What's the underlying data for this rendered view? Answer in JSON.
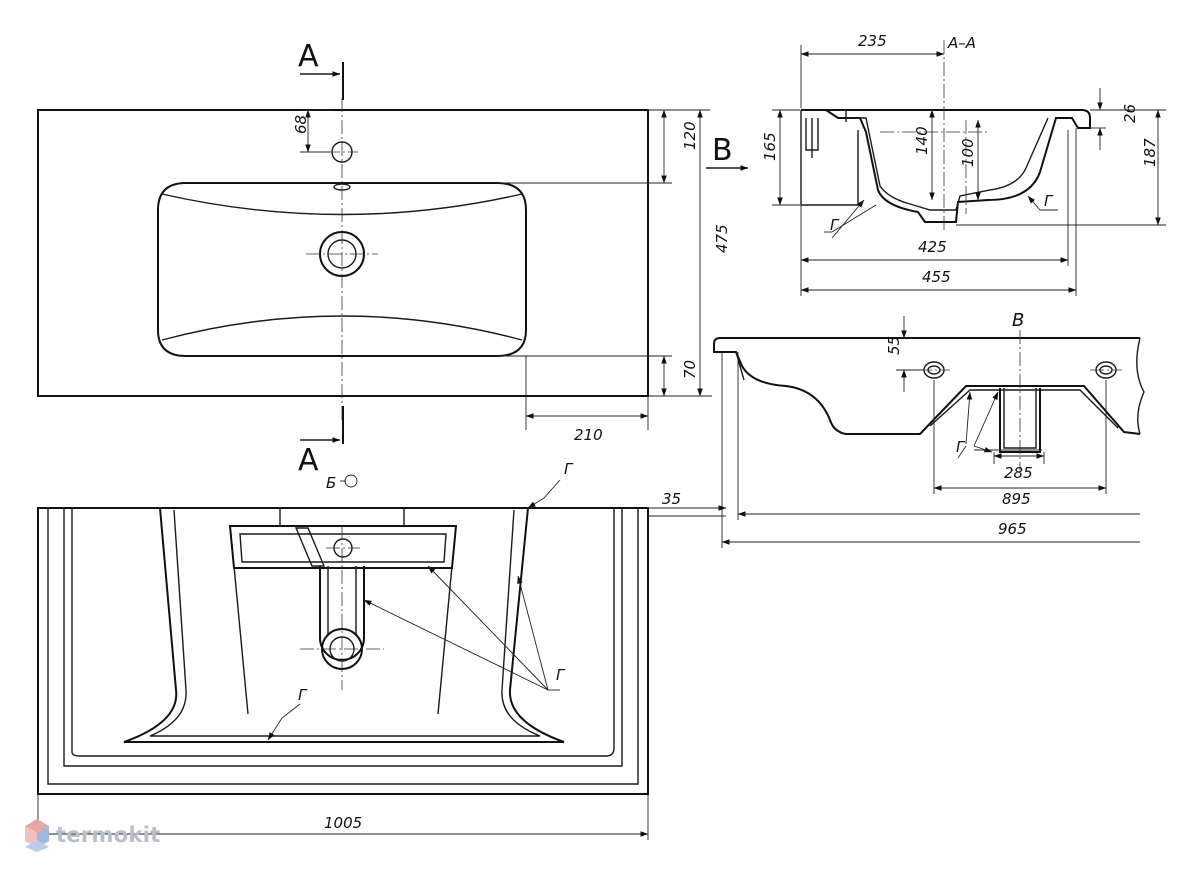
{
  "section_marks": {
    "a1": "A",
    "a2": "A",
    "b": "B",
    "section_aa": "A–A",
    "view_b": "B",
    "view_b_small": "Б"
  },
  "dimensions": {
    "d68": "68",
    "d120": "120",
    "d475": "475",
    "d70": "70",
    "d210": "210",
    "d235": "235",
    "d165": "165",
    "d140": "140",
    "d100": "100",
    "d26": "26",
    "d187": "187",
    "d425": "425",
    "d455": "455",
    "d55": "55",
    "d285": "285",
    "d895": "895",
    "d965": "965",
    "d35": "35",
    "d1005": "1005"
  },
  "callouts": {
    "g1": "Г",
    "g2": "Г",
    "g3": "Г",
    "g4": "Г",
    "g5": "Г",
    "g6": "Г"
  },
  "watermark": {
    "text": "termokit"
  },
  "colors": {
    "line": "#111111",
    "background": "#ffffff",
    "watermark": "#b7bfc8",
    "logo_red": "#e8a7a7",
    "logo_blue": "#9fb6dd"
  }
}
